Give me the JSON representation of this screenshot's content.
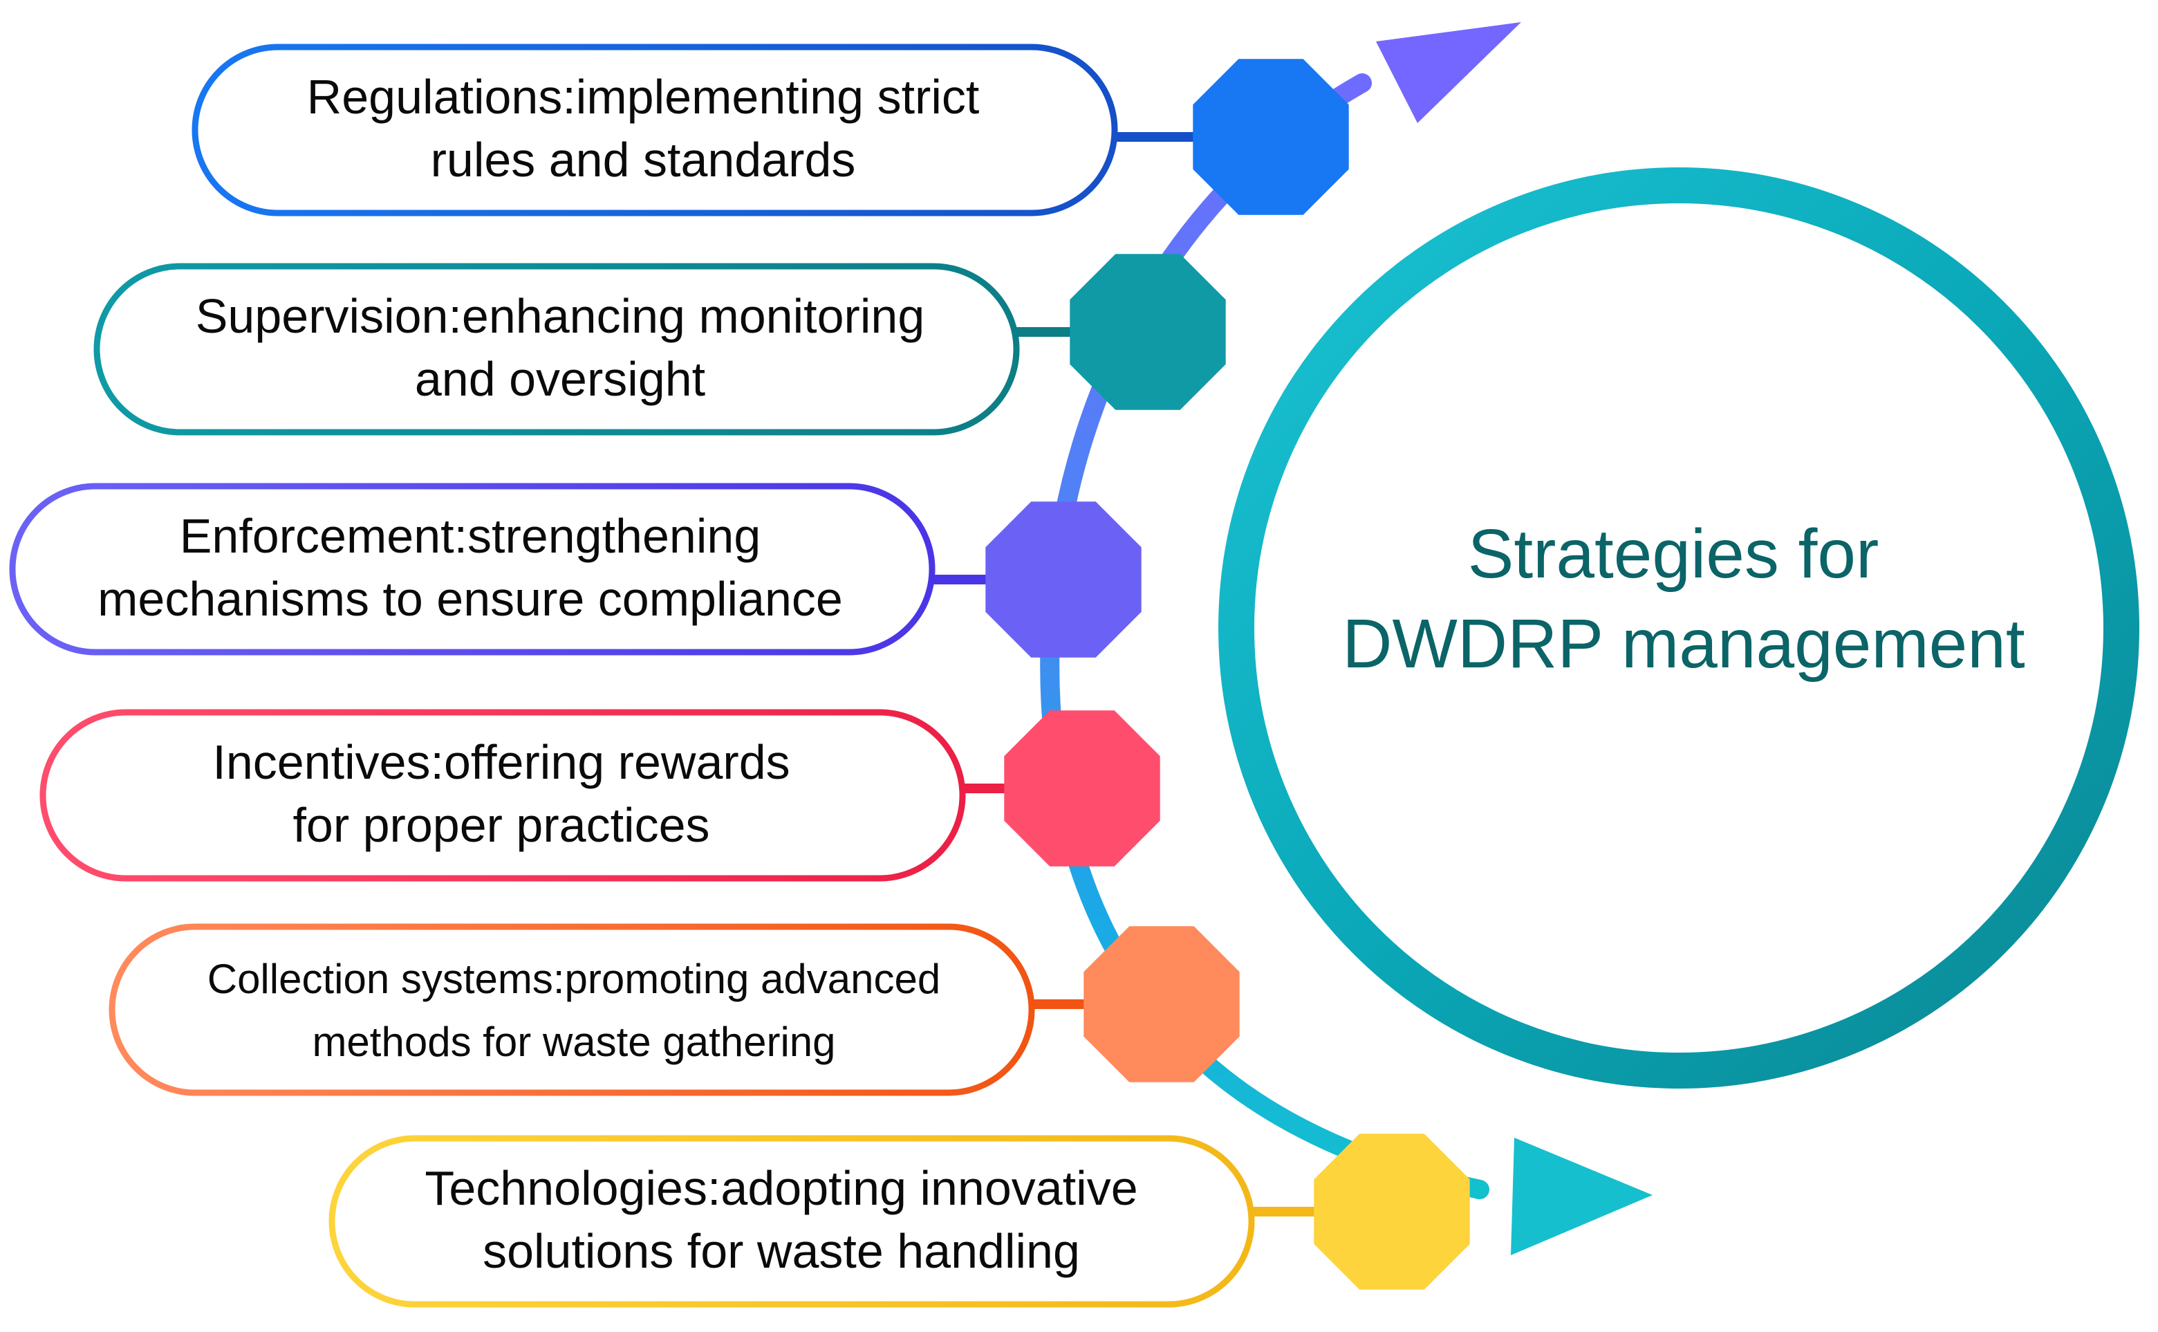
{
  "center": {
    "title_line1": "Strategies for",
    "title_line2": "DWDRP management",
    "text_color": "#0b6467",
    "ring_colors": [
      "#12b9cc",
      "#0aa3b1",
      "#0d8a95"
    ]
  },
  "curve_colors": [
    "#6b6cff",
    "#3f8cf5",
    "#1fb6e0",
    "#12c0cc"
  ],
  "strategies": [
    {
      "name": "regulations",
      "line1": "Regulations:implementing strict",
      "line2": "rules and standards",
      "color": "#1877f2",
      "color2": "#1550c8"
    },
    {
      "name": "supervision",
      "line1": "Supervision:enhancing monitoring",
      "line2": "and oversight",
      "color": "#0f9aa6",
      "color2": "#0c7e86"
    },
    {
      "name": "enforcement",
      "line1": "Enforcement:strengthening",
      "line2": "mechanisms to ensure compliance",
      "color": "#6b62f5",
      "color2": "#4a35e6"
    },
    {
      "name": "incentives",
      "line1": "Incentives:offering rewards",
      "line2": "for proper practices",
      "color": "#ff4d6d",
      "color2": "#ec1f45"
    },
    {
      "name": "collection-systems",
      "line1": "Collection systems:promoting advanced",
      "line2": "methods for waste gathering",
      "color": "#ff8a5c",
      "color2": "#f25412"
    },
    {
      "name": "technologies",
      "line1": "Technologies:adopting innovative",
      "line2": "solutions for waste handling",
      "color": "#fdd43b",
      "color2": "#f3b718"
    }
  ]
}
